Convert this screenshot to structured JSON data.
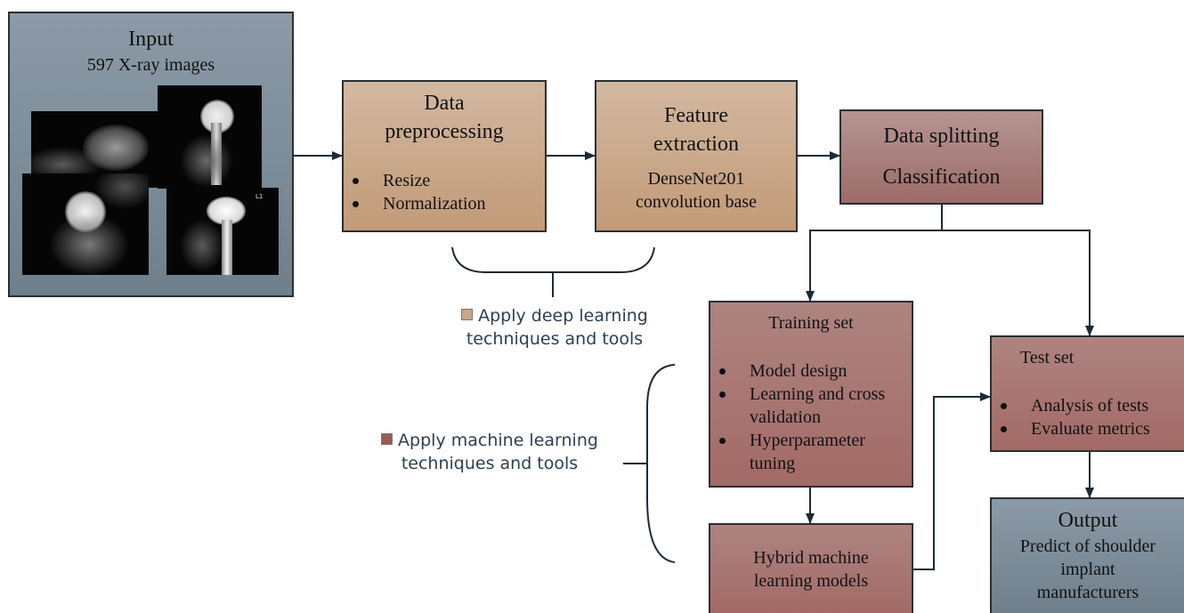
{
  "input": {
    "title": "Input",
    "subtitle": "597 X-ray images"
  },
  "preprocessing": {
    "title_line1": "Data",
    "title_line2": "preprocessing",
    "bullets": [
      "Resize",
      "Normalization"
    ]
  },
  "feature": {
    "title_line1": "Feature",
    "title_line2": "extraction",
    "line1": "DenseNet201",
    "line2": "convolution base"
  },
  "splitting": {
    "line1": "Data splitting",
    "line2": "Classification"
  },
  "training": {
    "title": "Training set",
    "bullets": [
      "Model design",
      "Learning and cross validation",
      "Hyperparameter tuning"
    ]
  },
  "hybrid": {
    "line1": "Hybrid machine",
    "line2": "learning models"
  },
  "test": {
    "title": "Test set",
    "bullets": [
      "Analysis of tests",
      "Evaluate metrics"
    ]
  },
  "output": {
    "title": "Output",
    "line1": "Predict of shoulder",
    "line2": "implant",
    "line3": "manufacturers"
  },
  "legend_deep": {
    "line1": "Apply deep learning",
    "line2": "techniques and tools",
    "color": "#c9a58a"
  },
  "legend_ml": {
    "line1": "Apply machine learning",
    "line2": "techniques and tools",
    "color": "#9a5a58"
  },
  "xray_label": "L1",
  "colors": {
    "tan": "#c9a88d",
    "maroon": "#a47472",
    "slate": "#7d8c98",
    "arrow": "#1c2a36"
  }
}
